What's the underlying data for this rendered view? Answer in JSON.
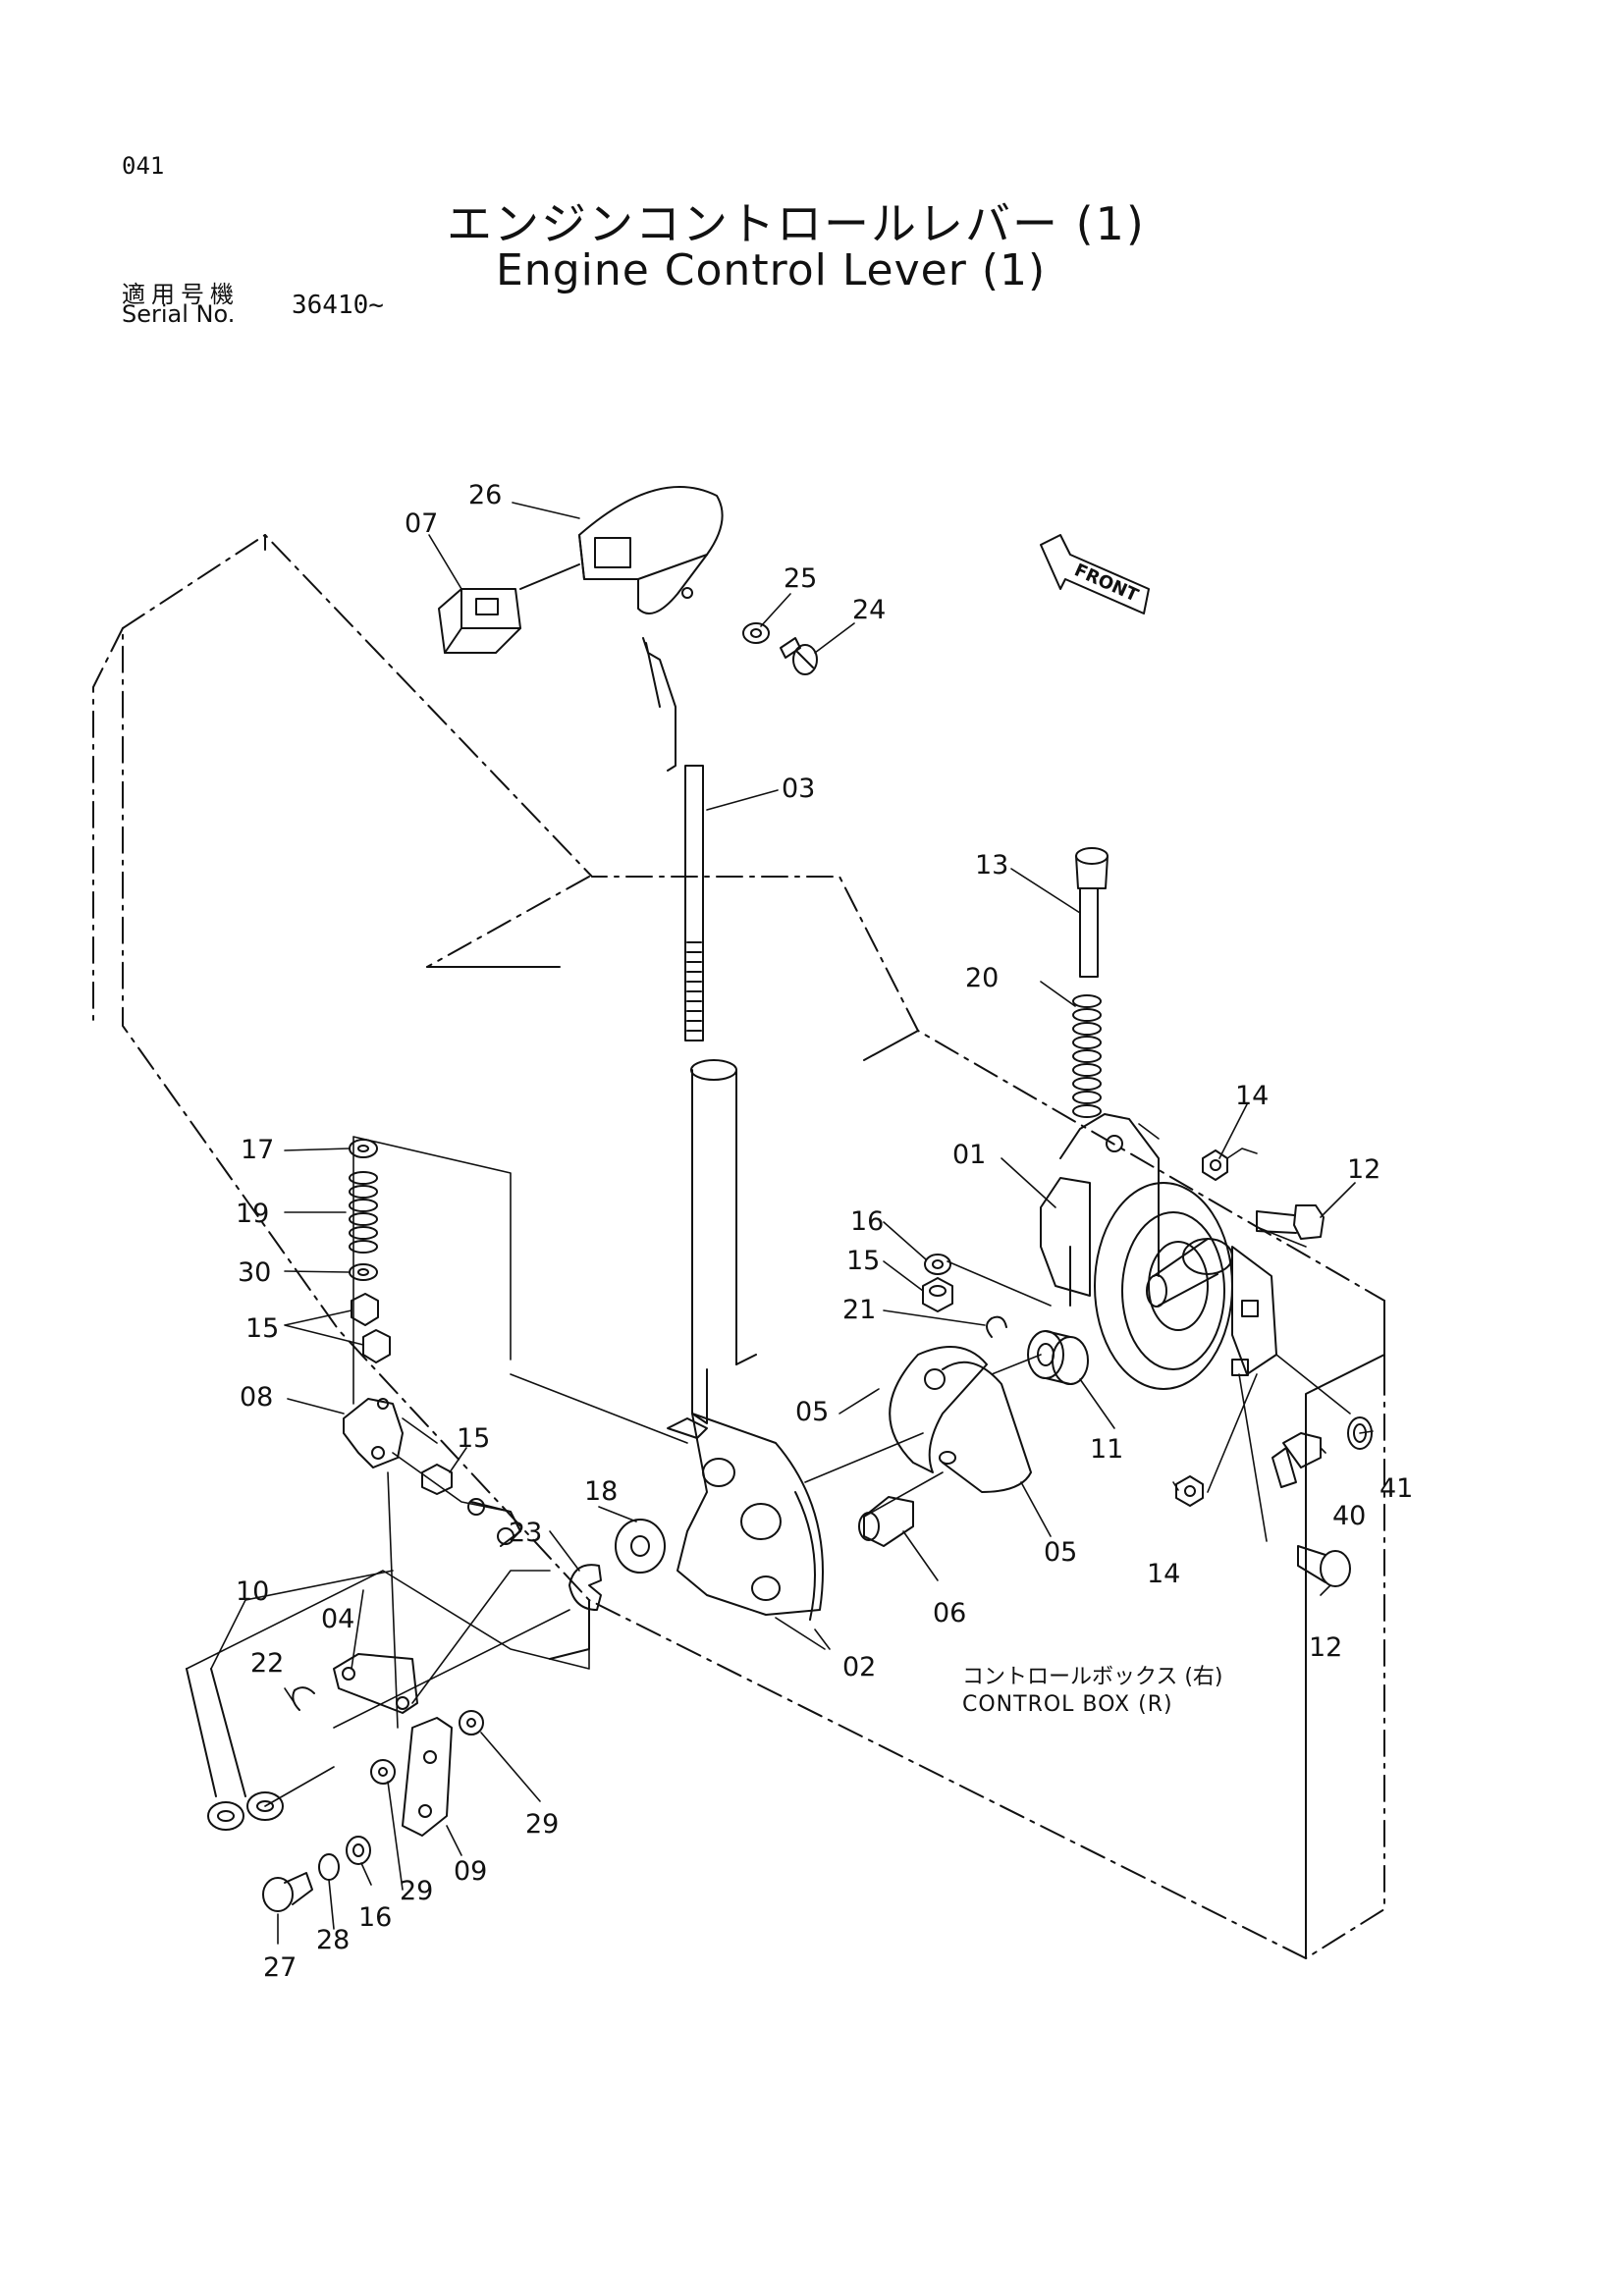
{
  "page_number": "041",
  "title_jp": "エンジンコントロールレバー (1)",
  "title_en": "Engine Control Lever (1)",
  "serial_label_jp": "適用号機",
  "serial_label_en": "Serial No.",
  "serial_value": "36410~",
  "front_label": "FRONT",
  "control_box_jp": "コントロールボックス (右)",
  "control_box_en": "CONTROL BOX (R)",
  "callouts": [
    "26",
    "07",
    "25",
    "24",
    "03",
    "13",
    "20",
    "14",
    "12",
    "01",
    "16",
    "15",
    "21",
    "17",
    "19",
    "30",
    "15",
    "08",
    "15",
    "05",
    "11",
    "41",
    "40",
    "18",
    "23",
    "05",
    "14",
    "06",
    "02",
    "12",
    "10",
    "04",
    "22",
    "29",
    "09",
    "29",
    "16",
    "28",
    "27"
  ]
}
